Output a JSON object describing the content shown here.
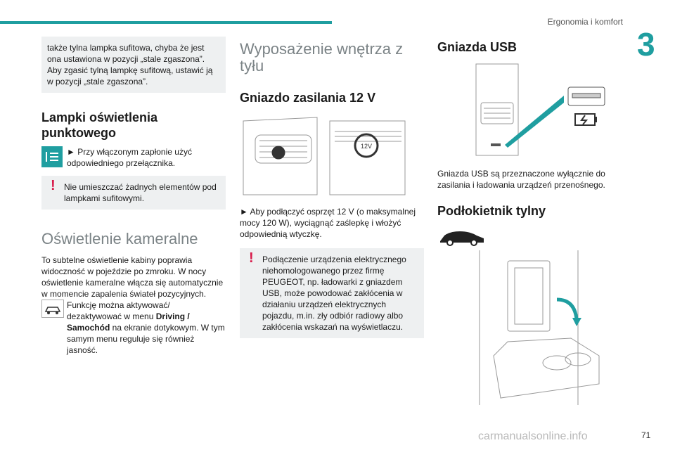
{
  "header": {
    "section": "Ergonomia i komfort",
    "chapter": "3",
    "page": "71",
    "watermark": "carmanualsonline.info"
  },
  "col1": {
    "intro": "także tylna lampka sufitowa, chyba że jest ona ustawiona w pozycji „stale zgaszona”. Aby zgasić tylną lampkę sufitową, ustawić ją w pozycji „stale zgaszona”.",
    "spot_title": "Lampki oświetlenia punktowego",
    "spot_text": "► Przy włączonym zapłonie użyć odpowiedniego przełącznika.",
    "spot_warning": "Nie umieszczać żadnych elementów pod lampkami sufitowymi.",
    "ambient_title": "Oświetlenie kameralne",
    "ambient_text": "To subtelne oświetlenie kabiny poprawia widoczność w pojeździe po zmroku. W nocy oświetlenie kameralne włącza się automatycznie w momencie zapalenia świateł pozycyjnych.",
    "ambient_menu_a": "Funkcję można aktywować/ dezaktywować w menu ",
    "ambient_menu_b": "Driving / Samochód",
    "ambient_menu_c": " na ekranie dotykowym. W tym samym menu reguluje się również jasność."
  },
  "col2": {
    "title": "Wyposażenie wnętrza z tyłu",
    "socket_title": "Gniazdo zasilania 12 V",
    "socket_label": "12V",
    "socket_text": "► Aby podłączyć osprzęt 12 V (o maksymalnej mocy 120 W), wyciągnąć zaślepkę i włożyć odpowiednią wtyczkę.",
    "socket_warning": "Podłączenie urządzenia elektrycznego niehomologowanego przez firmę PEUGEOT, np. ładowarki z gniazdem USB, może powodować zakłócenia w działaniu urządzeń elektrycznych pojazdu, m.in. zły odbiór radiowy albo zakłócenia wskazań na wyświetlaczu."
  },
  "col3": {
    "usb_title": "Gniazda USB",
    "usb_text": "Gniazda USB są przeznaczone wyłącznie do zasilania i ładowania urządzeń przenośnego.",
    "armrest_title": "Podłokietnik tylny"
  }
}
